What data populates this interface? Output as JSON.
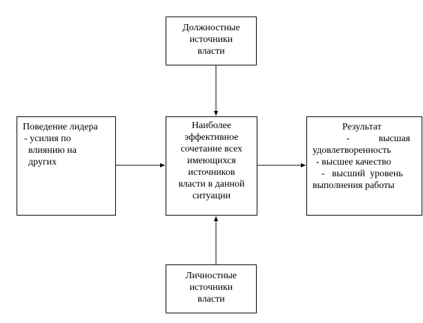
{
  "diagram": {
    "top_box": {
      "lines": [
        "Должностные",
        "источники",
        "власти"
      ]
    },
    "left_box": {
      "lines": [
        "Поведение лидера",
        "- усилия по",
        "влиянию на",
        "других"
      ]
    },
    "center_box": {
      "lines": [
        "Наиболее",
        "эффективное",
        "сочетание всех",
        "имеющихся",
        "источников",
        "власти в данной",
        "ситуации"
      ]
    },
    "right_box": {
      "lines": [
        "Результат",
        "-            высшая",
        "удовлетворенность",
        "- высшее качество",
        "-   высший  уровень",
        "выполнения работы"
      ]
    },
    "bottom_box": {
      "lines": [
        "Личностные",
        "источники",
        "власти"
      ]
    },
    "colors": {
      "stroke": "#000000",
      "background": "#ffffff"
    }
  }
}
